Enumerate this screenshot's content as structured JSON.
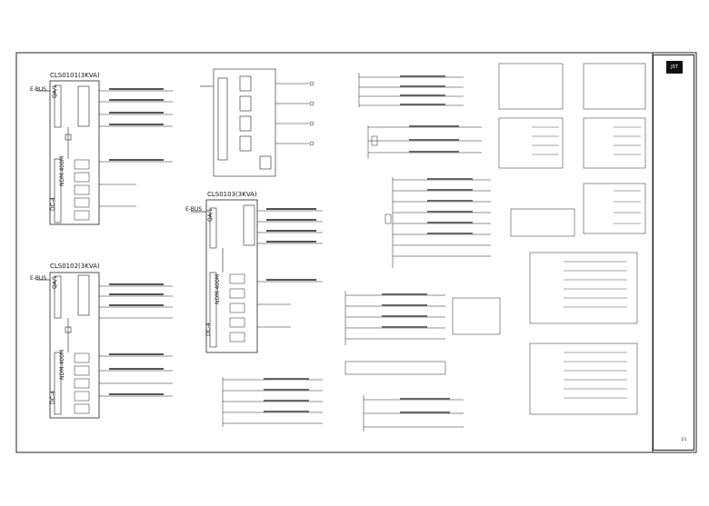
{
  "panels": {
    "p1_title": "CLS0101(3KVA)",
    "p2_title": "CLS0102(3KVA)",
    "p3_title": "CLS0103(3KVA)"
  },
  "bus_label": "E-BUS",
  "main_switch": "QA/1",
  "unit_labels": {
    "nvm": "NDM-400M",
    "dc": "DC-4"
  },
  "sheet": {
    "title_block_logo": "JST",
    "page_number": "1/1"
  }
}
